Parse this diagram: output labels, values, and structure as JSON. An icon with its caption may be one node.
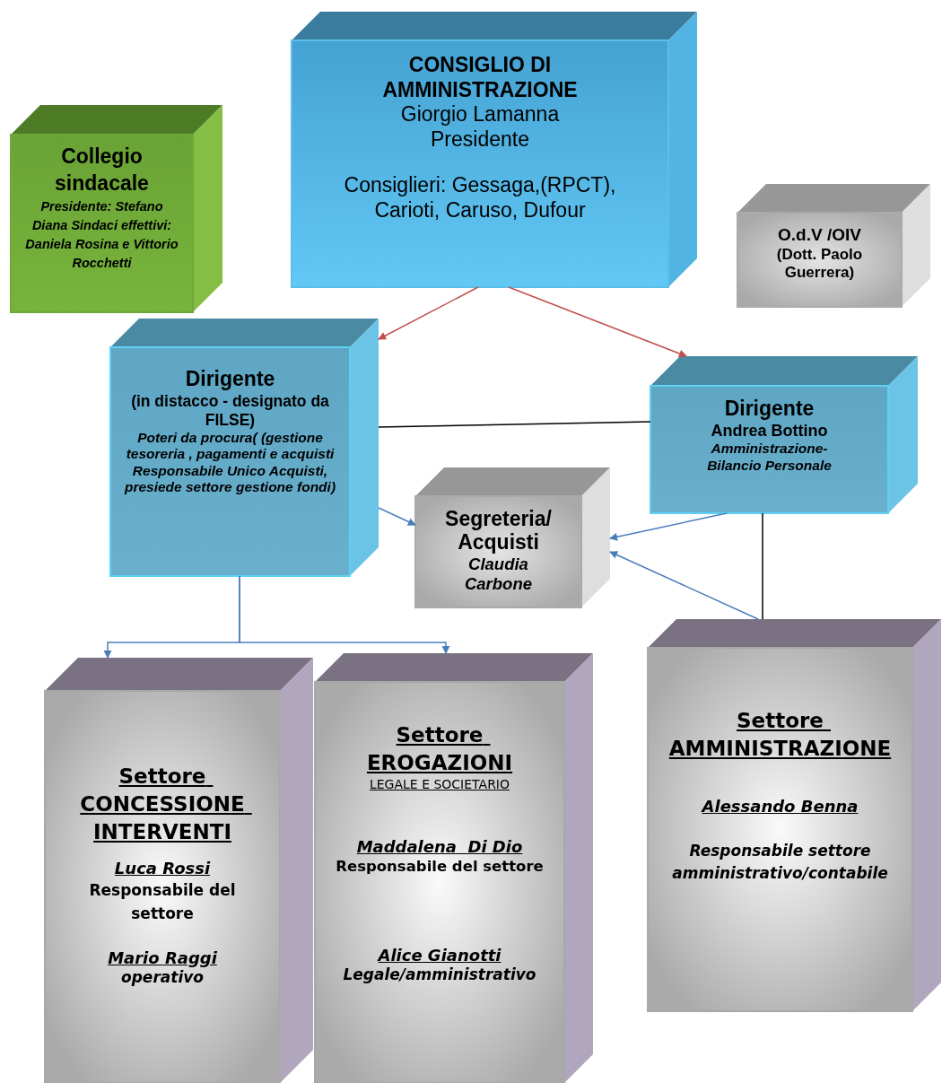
{
  "diagram": {
    "nodes": [
      {
        "text": [
          "CONSIGLIO DI AMMINISTRAZIONE",
          "Giorgio Lamanna Presidente",
          "Consiglieri: Gessaga,(RPCT), Carioti, Caruso, Dufour"
        ]
      },
      {
        "text": [
          "Collegio sindacale",
          "Presidente: Stefano Diana Sindaci effettivi: Daniela Rosina e Vittorio Rocchetti"
        ]
      },
      {
        "text": [
          "O.d.V /OIV",
          "(Dott. Paolo Guerrera)"
        ]
      },
      {
        "text": [
          "Dirigente",
          "(in distacco - designato da FILSE)",
          "Poteri da procura( (gestione tesoreria , pagamenti e acquisti Responsabile Unico Acquisti, presiede settore gestione fondi)"
        ]
      },
      {
        "text": [
          "Dirigente",
          "Andrea Bottino",
          "Amministrazione- Bilancio Personale"
        ]
      },
      {
        "text": [
          "Segreteria/ Acquisti",
          "Claudia Carbone"
        ]
      },
      {
        "text": [
          "Settore CONCESSIONE INTERVENTI",
          "Luca Rossi",
          "Responsabile del settore",
          "Mario Raggi",
          "operativo"
        ]
      },
      {
        "text": [
          "Settore EROGAZIONI",
          "LEGALE E SOCIETARIO",
          "Maddalena  Di Dio",
          "Responsabile del settore",
          "Alice Gianotti",
          "Legale/amministrativo"
        ]
      },
      {
        "text": [
          "Settore AMMINISTRAZIONE",
          "Alessando Benna",
          "Responsabile settore amministrativo/contabile"
        ]
      }
    ],
    "edges": [
      {
        "from": 0,
        "to": 3,
        "arrow": "to",
        "color": "#c0504d"
      },
      {
        "from": 0,
        "to": 4,
        "arrow": "to",
        "color": "#c0504d"
      },
      {
        "from": 3,
        "to": 4,
        "arrow": "none",
        "color": "#000000"
      },
      {
        "from": 3,
        "to": 5,
        "arrow": "to"
      },
      {
        "from": 4,
        "to": 5,
        "arrow": "to"
      },
      {
        "from": 8,
        "to": 5,
        "arrow": "to"
      },
      {
        "from": 4,
        "to": 8,
        "arrow": "none",
        "color": "#000000"
      },
      {
        "from": 3,
        "to": 6,
        "arrow": "to"
      },
      {
        "from": 3,
        "to": 7,
        "arrow": "to"
      }
    ]
  }
}
